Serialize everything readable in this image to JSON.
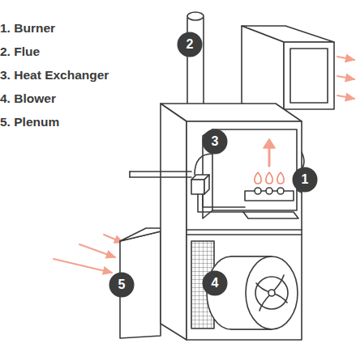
{
  "diagram": {
    "nodes": [
      {
        "text": [
          "2"
        ]
      },
      {
        "text": [
          "3"
        ]
      },
      {
        "text": [
          "1"
        ]
      },
      {
        "text": [
          "5"
        ]
      },
      {
        "text": [
          "4"
        ]
      }
    ],
    "labels": [
      "1. Burner",
      "2. Flue",
      "3. Heat Exchanger",
      "4. Blower",
      "5. Plenum"
    ]
  }
}
